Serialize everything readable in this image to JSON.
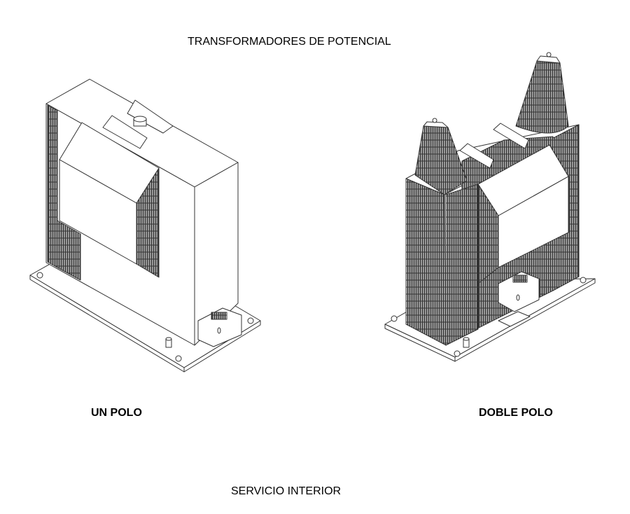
{
  "title": "TRANSFORMADORES DE POTENCIAL",
  "units": [
    {
      "label": "UN POLO"
    },
    {
      "label": "DOBLE POLO"
    }
  ],
  "footer": "SERVICIO INTERIOR"
}
